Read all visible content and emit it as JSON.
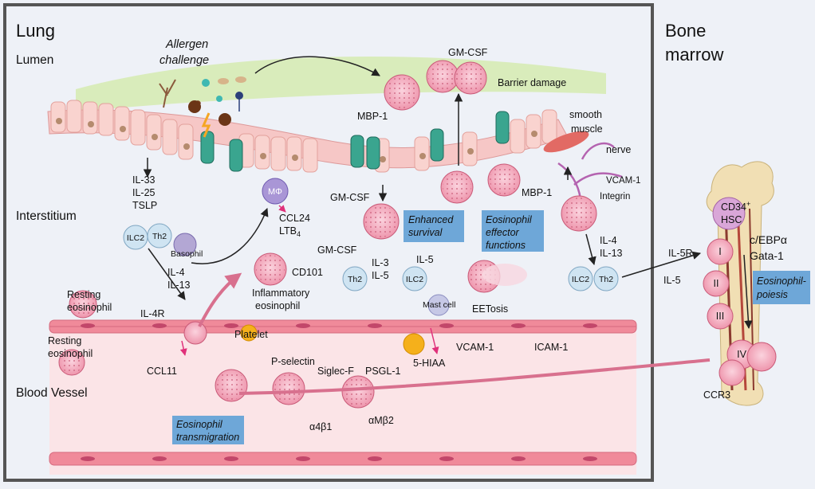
{
  "regions": {
    "lung_title": "Lung",
    "lumen": "Lumen",
    "interstitium": "Interstitium",
    "blood_vessel": "Blood Vessel",
    "bone_marrow_line1": "Bone",
    "bone_marrow_line2": "marrow"
  },
  "labels": {
    "allergen_line1": "Allergen",
    "allergen_line2": "challenge",
    "gmcsf_top": "GM-CSF",
    "barrier_damage": "Barrier damage",
    "mbp1_left": "MBP-1",
    "smooth_line1": "smooth",
    "smooth_line2": "muscle",
    "nerve": "nerve",
    "vcam1_right": "VCAM-1",
    "integrin": "Integrin",
    "mbp1_right": "MBP-1",
    "il33": "IL-33",
    "il25": "IL-25",
    "tslp": "TSLP",
    "mphi": "MΦ",
    "ccl24": "CCL24",
    "ltb4": "LTB",
    "ltb4_sub": "4",
    "gmcsf_mid": "GM-CSF",
    "gmcsf_left": "GM-CSF",
    "il3": "IL-3",
    "il5_a": "IL-5",
    "il5_b": "IL-5",
    "ilc2": "ILC2",
    "th2": "Th2",
    "basophil": "Basophil",
    "il4_left": "IL-4",
    "il13_left": "IL-13",
    "cd101": "CD101",
    "inflammatory_line1": "Inflammatory",
    "inflammatory_line2": "eosinophil",
    "il4_right": "IL-4",
    "il13_right": "IL-13",
    "il5r": "IL-5R",
    "il5_bm": "IL-5",
    "cd34": "CD34",
    "cd34_sup": "+",
    "hsc": "HSC",
    "cebpa": "c/EBPα",
    "gata1": "Gata-1",
    "stage1": "I",
    "stage2": "II",
    "stage3": "III",
    "stage4": "IV",
    "ccr3": "CCR3",
    "resting1_line1": "Resting",
    "resting1_line2": "eosinophil",
    "resting2_line1": "Resting",
    "resting2_line2": "eosinophil",
    "il4r": "IL-4R",
    "platelet": "Platelet",
    "ccl11": "CCL11",
    "p_selectin": "P-selectin",
    "siglec_f": "Siglec-F",
    "psgl1": "PSGL-1",
    "a4b1": "α4β1",
    "amb2": "αMβ2",
    "mast_cell": "Mast cell",
    "eetosis": "EETosis",
    "vcam1_vessel": "VCAM-1",
    "icam1": "ICAM-1",
    "hiaa": "5-HIAA"
  },
  "boxes": {
    "enhanced_line1": "Enhanced",
    "enhanced_line2": "survival",
    "effector_line1": "Eosinophil",
    "effector_line2": "effector",
    "effector_line3": "functions",
    "transmigration_line1": "Eosinophil",
    "transmigration_line2": "transmigration",
    "poiesis_line1": "Eosinophil-",
    "poiesis_line2": "poiesis"
  },
  "colors": {
    "lung_panel": "#eef1f7",
    "panel_border": "#555555",
    "vessel": "#fbe4e7",
    "endothelium": "#f08a9a",
    "lumen_mucus": "#d6ebb4",
    "eosinophil": "#f4a9bd",
    "label_box": "#6ea7d8",
    "lymphocyte": "#cfe4f2"
  }
}
